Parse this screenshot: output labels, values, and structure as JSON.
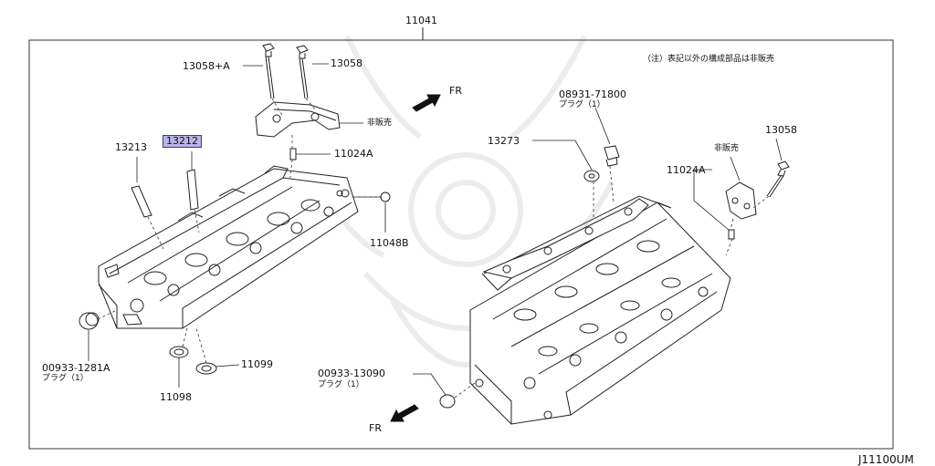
{
  "assembly_number": "11041",
  "note": "（注）表記以外の構成部品は非販売",
  "diagram_code": "J11100UM",
  "direction_label": "FR",
  "not_sold_label": "非販売",
  "plug_label": "プラグ（1）",
  "parts": {
    "p13058a": "13058+A",
    "p13058b": "13058",
    "p13058c": "13058",
    "p11024a_left": "11024A",
    "p11024a_right": "11024A",
    "p13213": "13213",
    "p13212": "13212",
    "p11048b": "11048B",
    "p00933_1281a": "00933-1281A",
    "p11099": "11099",
    "p11098": "11098",
    "p08931_71800": "08931-71800",
    "p13273": "13273",
    "p00933_13090": "00933-13090"
  },
  "highlight_color": "#b8b4e6"
}
